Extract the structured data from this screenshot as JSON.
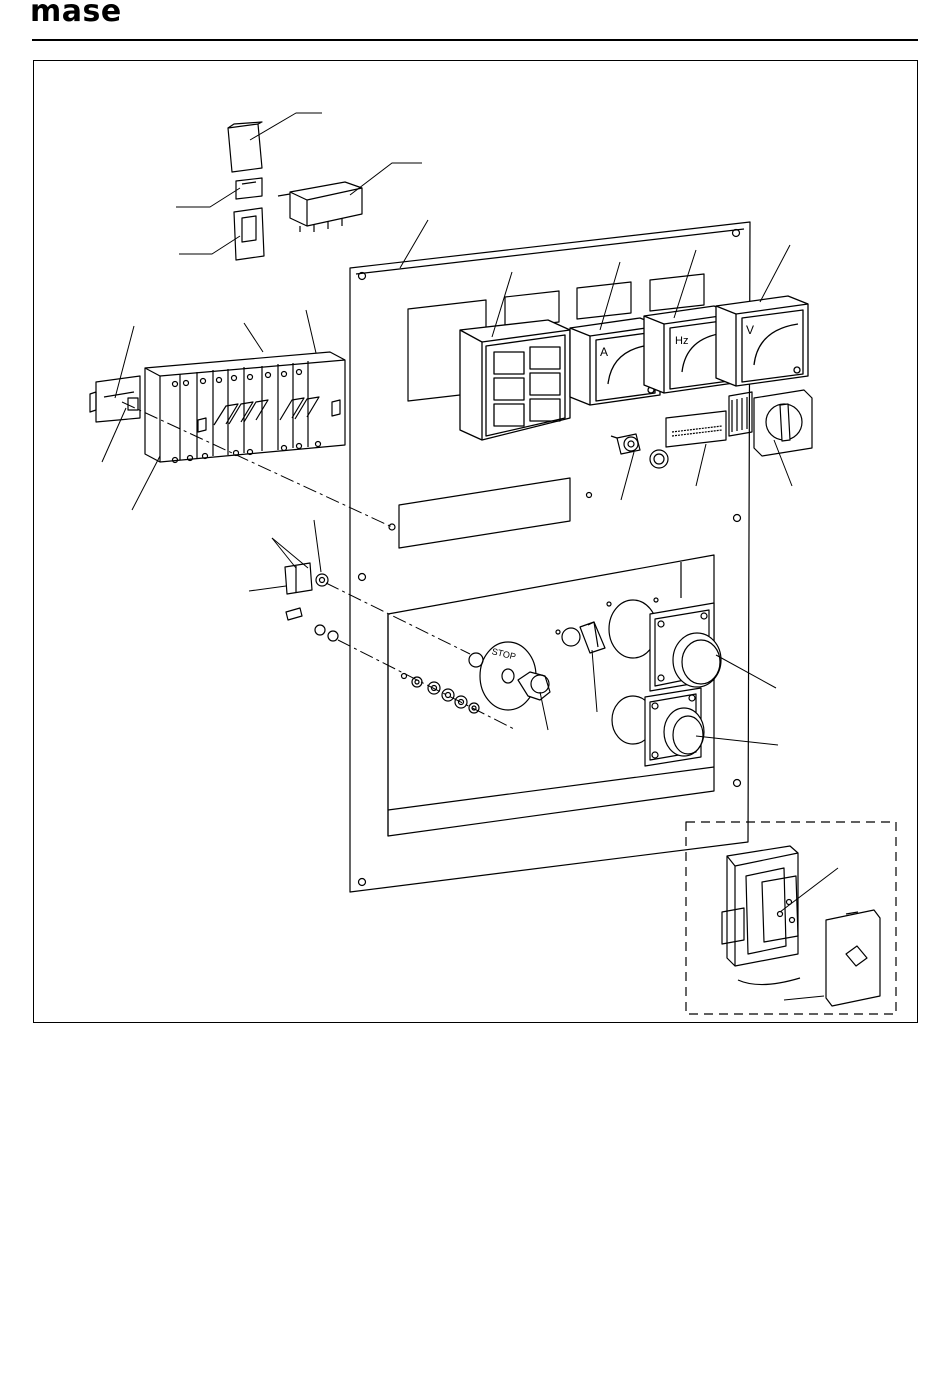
{
  "header": {
    "brand": "mase"
  },
  "diagram": {
    "panel_labels": {
      "stop": "STOP",
      "ammeter": "A",
      "frequency_meter": "Hz",
      "voltmeter": "V"
    }
  }
}
